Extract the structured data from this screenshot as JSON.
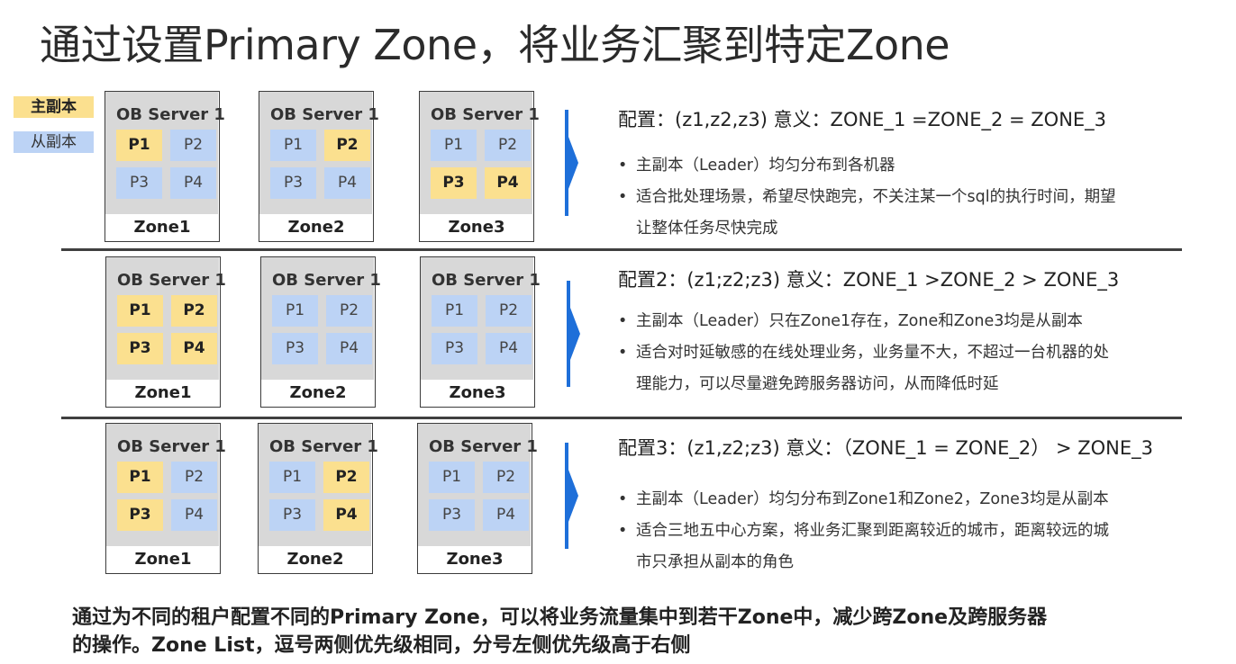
{
  "title": "通过设置Primary Zone，将业务汇聚到特定Zone",
  "legend": {
    "leader": "主副本",
    "follower": "从副本"
  },
  "colors": {
    "leader": "#fbe08f",
    "follower": "#bcd3f5",
    "arrow": "#1e6fd9",
    "server_bg": "#d8d8d8"
  },
  "server_title": "OB Server 1",
  "partitions": [
    "P1",
    "P2",
    "P3",
    "P4"
  ],
  "zone_names": [
    "Zone1",
    "Zone2",
    "Zone3"
  ],
  "rows": [
    {
      "config": "配置：(z1,z2,z3)    意义：ZONE_1 =ZONE_2 = ZONE_3",
      "leaders": [
        [
          "P1"
        ],
        [
          "P2"
        ],
        [
          "P3",
          "P4"
        ]
      ],
      "bullets": [
        [
          "主副本（Leader）均匀分布到各机器"
        ],
        [
          "适合批处理场景，希望尽快跑完，不关注某一个sql的执行时间，期望",
          "让整体任务尽快完成"
        ]
      ]
    },
    {
      "config": "配置2：(z1;z2;z3)    意义：ZONE_1 >ZONE_2 > ZONE_3",
      "leaders": [
        [
          "P1",
          "P2",
          "P3",
          "P4"
        ],
        [],
        []
      ],
      "bullets": [
        [
          "主副本（Leader）只在Zone1存在，Zone和Zone3均是从副本"
        ],
        [
          "适合对时延敏感的在线处理业务，业务量不大，不超过一台机器的处",
          "理能力，可以尽量避免跨服务器访问，从而降低时延"
        ]
      ]
    },
    {
      "config": "配置3：(z1,z2;z3)    意义：（ZONE_1 = ZONE_2）  > ZONE_3",
      "leaders": [
        [
          "P1",
          "P3"
        ],
        [
          "P2",
          "P4"
        ],
        []
      ],
      "bullets": [
        [
          "主副本（Leader）均匀分布到Zone1和Zone2，Zone3均是从副本"
        ],
        [
          "适合三地五中心方案，将业务汇聚到距离较近的城市，距离较远的城",
          "市只承担从副本的角色"
        ]
      ]
    }
  ],
  "footer": [
    "通过为不同的租户配置不同的Primary Zone，可以将业务流量集中到若干Zone中，减少跨Zone及跨服务器",
    "的操作。Zone List，逗号两侧优先级相同，分号左侧优先级高于右侧"
  ]
}
